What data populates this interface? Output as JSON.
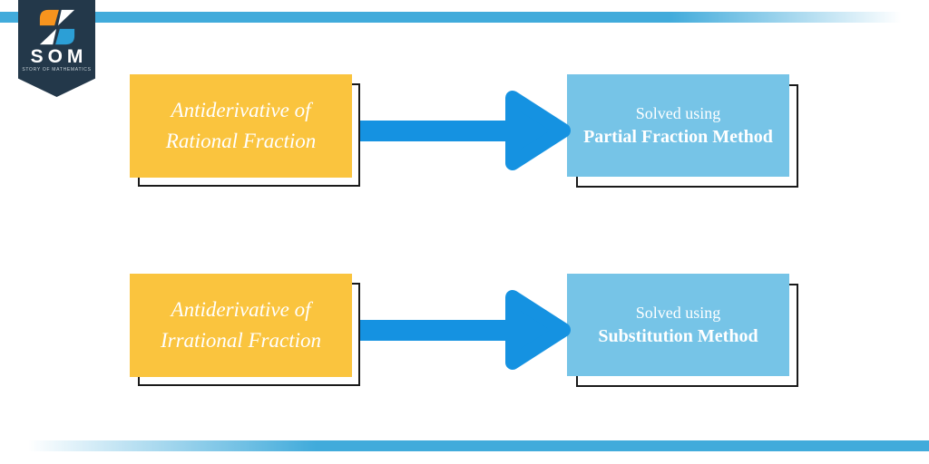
{
  "logo": {
    "acronym": "SOM",
    "tagline": "STORY OF MATHEMATICS",
    "icon": "som-pinwheel-icon"
  },
  "colors": {
    "accent_bar": "#41ABDB",
    "arrow": "#1592E1",
    "source_box": "#FAC43E",
    "result_box": "#76C4E7",
    "logo_bg": "#23384A",
    "logo_orange": "#F7941E",
    "logo_blue": "#2C9FD6",
    "box_text": "#FFFFFF",
    "outline": "#1A1A1A"
  },
  "rows": [
    {
      "source": {
        "line1": "Antiderivative of",
        "line2": "Rational Fraction"
      },
      "result": {
        "line1": "Solved using",
        "line2": "Partial Fraction Method"
      }
    },
    {
      "source": {
        "line1": "Antiderivative of",
        "line2": "Irrational Fraction"
      },
      "result": {
        "line1": "Solved using",
        "line2": "Substitution Method"
      }
    }
  ]
}
